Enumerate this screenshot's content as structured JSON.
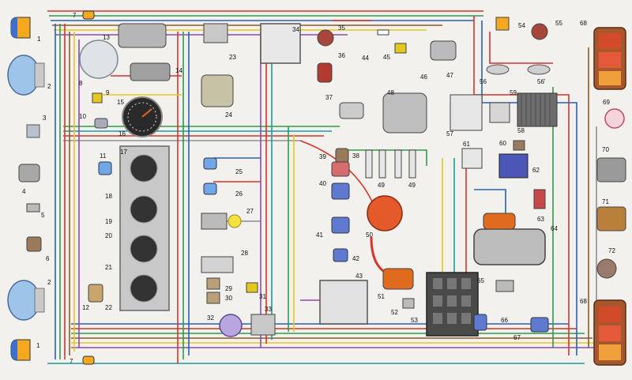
{
  "labels": {
    "n1a": "1",
    "n1b": "1",
    "n2a": "2",
    "n2b": "2",
    "n3": "3",
    "n4": "4",
    "n5": "5",
    "n6": "6",
    "n7a": "7",
    "n7b": "7",
    "n8": "8",
    "n9": "9",
    "n10": "10",
    "n11": "11",
    "n12": "12",
    "n13": "13",
    "n14": "14",
    "n15": "15",
    "n16": "16",
    "n17": "17",
    "n18": "18",
    "n19": "19",
    "n20": "20",
    "n21": "21",
    "n22": "22",
    "n23": "23",
    "n24": "24",
    "n25": "25",
    "n26": "26",
    "n27": "27",
    "n28": "28",
    "n29": "29",
    "n30": "30",
    "n31": "31",
    "n32": "32",
    "n33": "33",
    "n34": "34",
    "n35": "35",
    "n36": "36",
    "n37": "37",
    "n38": "38",
    "n39": "39",
    "n40": "40",
    "n41": "41",
    "n42": "42",
    "n43": "43",
    "n44": "44",
    "n45": "45",
    "n46": "46",
    "n47": "47",
    "n48": "48",
    "n49a": "49",
    "n49b": "49",
    "n50": "50",
    "n51": "51",
    "n52": "52",
    "n53": "53",
    "n54": "54",
    "n55": "55",
    "n56": "56",
    "n56s": "56'",
    "n57": "57",
    "n58": "58",
    "n59": "59",
    "n60": "60",
    "n61": "61",
    "n62": "62",
    "n63": "63",
    "n64": "64",
    "n65": "65",
    "n66": "66",
    "n67": "67",
    "n68a": "68",
    "n68b": "68",
    "n69": "69",
    "n70": "70",
    "n71": "71",
    "n72": "72"
  },
  "colors": {
    "red": "#d6332a",
    "green": "#2f9a4a",
    "blue": "#2c5fb5",
    "yellow": "#e4c81e",
    "brown": "#8a5a2b",
    "purple": "#8d4aa8",
    "orange": "#e06a1e",
    "grey": "#8d8f93",
    "teal": "#1f9b9b",
    "black": "#222222",
    "pink": "#e08aa0"
  }
}
